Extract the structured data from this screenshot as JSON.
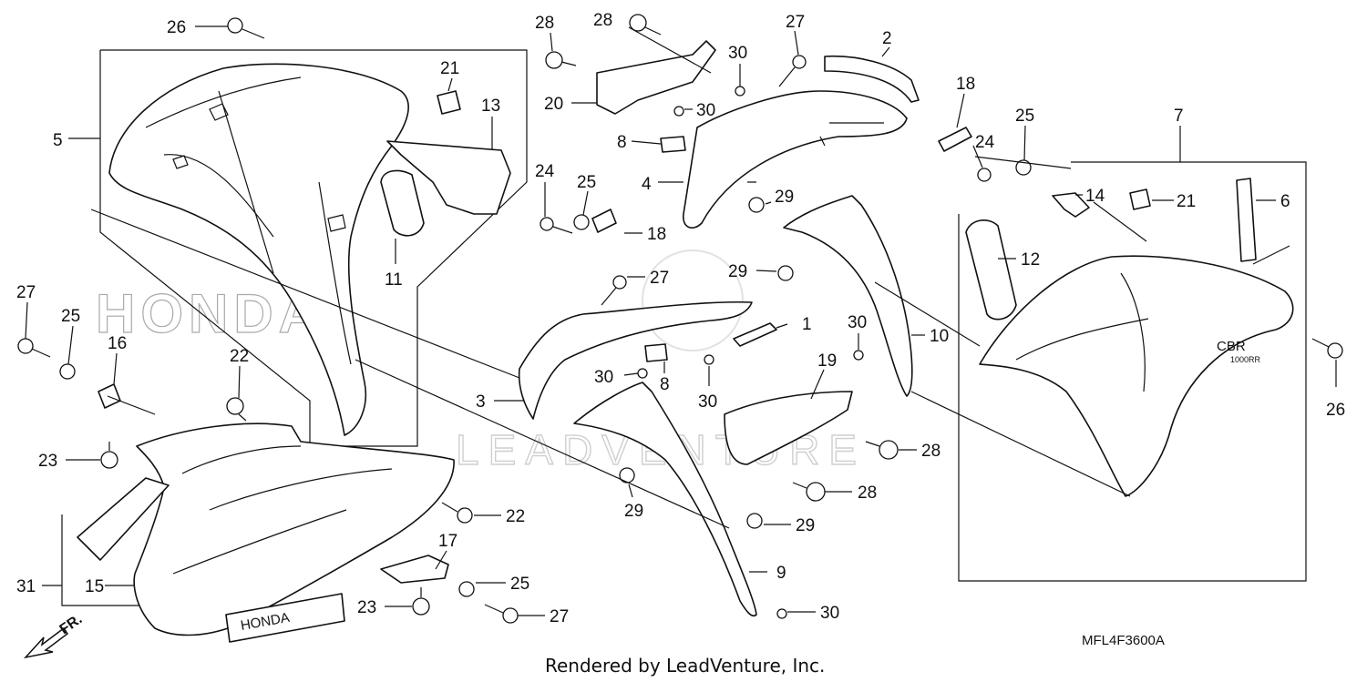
{
  "diagram": {
    "diagram_code": "MFL4F3600A",
    "footer_text": "Rendered by LeadVenture, Inc.",
    "watermark_text": "LEADVENTURE",
    "brand_background_text": "HONDA",
    "front_indicator": "FR.",
    "decal_text_badge": "CBR",
    "decal_text_model": "1000RR",
    "lower_cowl_decal": "HONDA",
    "callouts": {
      "c1": "1",
      "c2": "2",
      "c3": "3",
      "c4": "4",
      "c5": "5",
      "c6": "6",
      "c7": "7",
      "c8a": "8",
      "c8b": "8",
      "c9": "9",
      "c10": "10",
      "c11": "11",
      "c12": "12",
      "c13": "13",
      "c14": "14",
      "c15": "15",
      "c16": "16",
      "c17": "17",
      "c18a": "18",
      "c18b": "18",
      "c19": "19",
      "c20": "20",
      "c21a": "21",
      "c21b": "21",
      "c22a": "22",
      "c22b": "22",
      "c23a": "23",
      "c23b": "23",
      "c24a": "24",
      "c24b": "24",
      "c25a": "25",
      "c25b": "25",
      "c25c": "25",
      "c25d": "25",
      "c26a": "26",
      "c26b": "26",
      "c27a": "27",
      "c27b": "27",
      "c27c": "27",
      "c27d": "27",
      "c28a": "28",
      "c28b": "28",
      "c28c": "28",
      "c28d": "28",
      "c29a": "29",
      "c29b": "29",
      "c29c": "29",
      "c29d": "29",
      "c30a": "30",
      "c30b": "30",
      "c30c": "30",
      "c30d": "30",
      "c30e": "30",
      "c30f": "30",
      "c31": "31"
    }
  }
}
